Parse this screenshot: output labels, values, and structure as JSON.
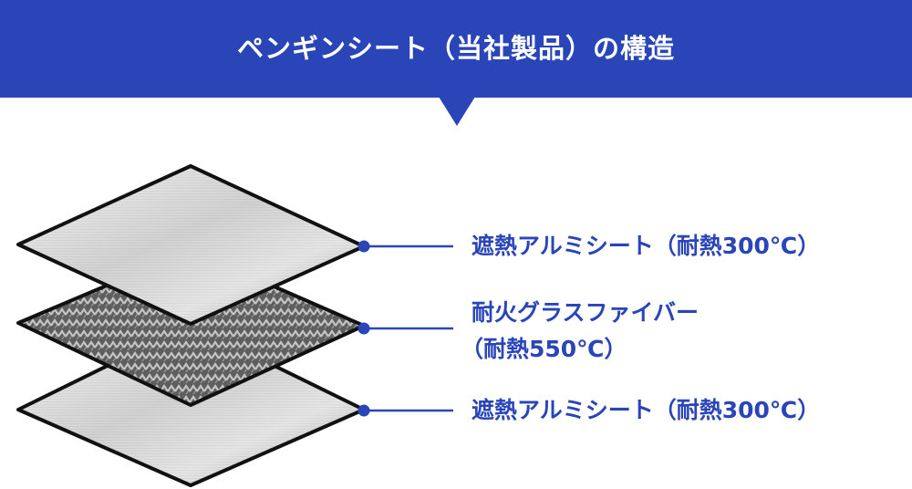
{
  "header": {
    "title": "ペンギンシート（当社製品）の構造",
    "color": "#2a45b8"
  },
  "layers": [
    {
      "label_lines": [
        "遮熱アルミシート（耐熱300℃）"
      ],
      "material": "aluminum"
    },
    {
      "label_lines": [
        "耐火グラスファイバー",
        "（耐熱550℃）"
      ],
      "material": "glass-fiber"
    },
    {
      "label_lines": [
        "遮熱アルミシート（耐熱300℃）"
      ],
      "material": "aluminum"
    }
  ],
  "colors": {
    "accent": "#2a45b8",
    "outline": "#111111",
    "aluminum_light": "#e6e6e6",
    "aluminum_dark": "#a8a8a8",
    "fiber_base": "#6a6a6a",
    "fiber_weave": "#bdbdbd"
  }
}
